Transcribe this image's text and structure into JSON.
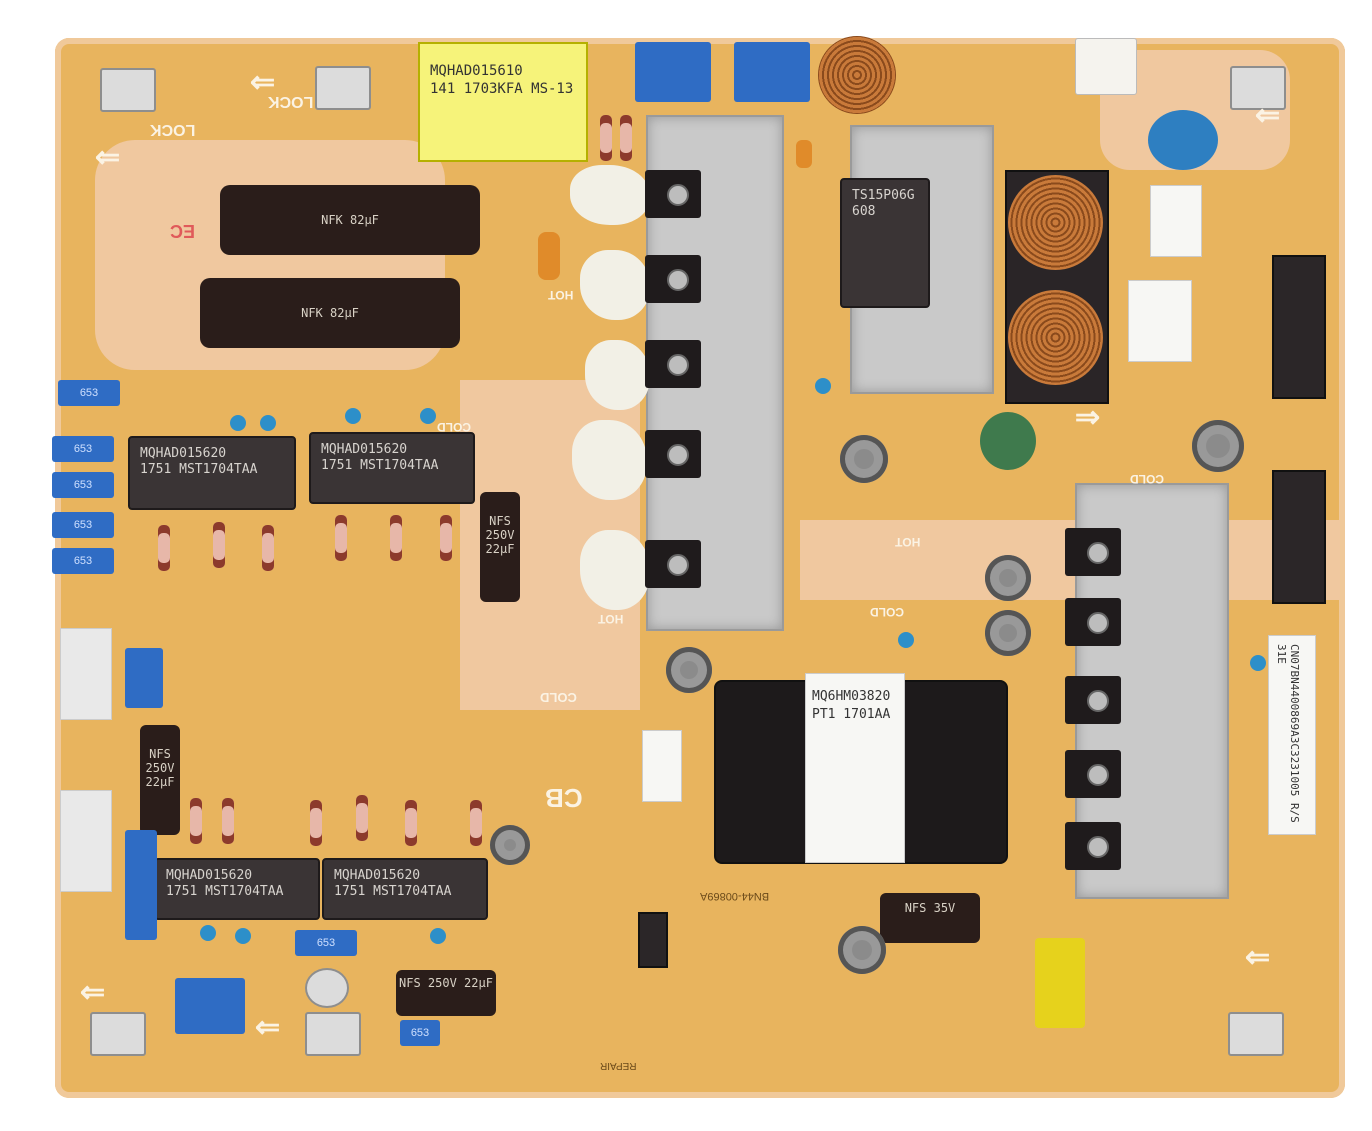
{
  "board": {
    "icon": "circuit-board-icon"
  },
  "transformer_top": {
    "line1": "MQHAD015610",
    "line2": "141 1703KFA MS-13"
  },
  "transformer_main": {
    "line1": "MQ6HM03820",
    "line2": "PT1 1701AA"
  },
  "ics": [
    {
      "line1": "MQHAD015620",
      "line2": "1751 MST1704TAA"
    },
    {
      "line1": "MQHAD015620",
      "line2": "1751 MST1704TAA"
    },
    {
      "line1": "MQHAD015620",
      "line2": "1751 MST1704TAA"
    },
    {
      "line1": "MQHAD015620",
      "line2": "1751 MST1704TAA"
    }
  ],
  "bridge": {
    "line1": "TS15P06G",
    "line2": "608"
  },
  "caps": [
    {
      "label": "NFS 250V 22μF"
    },
    {
      "label": "NFS 250V 22μF"
    },
    {
      "label": "NFS 250V 22μF"
    },
    {
      "label": "NFS 35V"
    }
  ],
  "big_caps": [
    {
      "label": "NFK 82μF"
    },
    {
      "label": "NFK 82μF"
    }
  ],
  "silk": {
    "lock1": "LOCK",
    "lock2": "LOCK",
    "hot1": "HOT",
    "hot2": "HOT",
    "hot3": "HOT",
    "cold1": "COLD",
    "cold2": "COLD",
    "cold3": "COLD",
    "cold4": "COLD",
    "cb": "CB",
    "ec": "EC",
    "model": "BN44-00869A",
    "repair": "REPAIR"
  },
  "barcode_label": "CN07BN4400869A3C3231005 R/S 31E",
  "blue_part": "653"
}
